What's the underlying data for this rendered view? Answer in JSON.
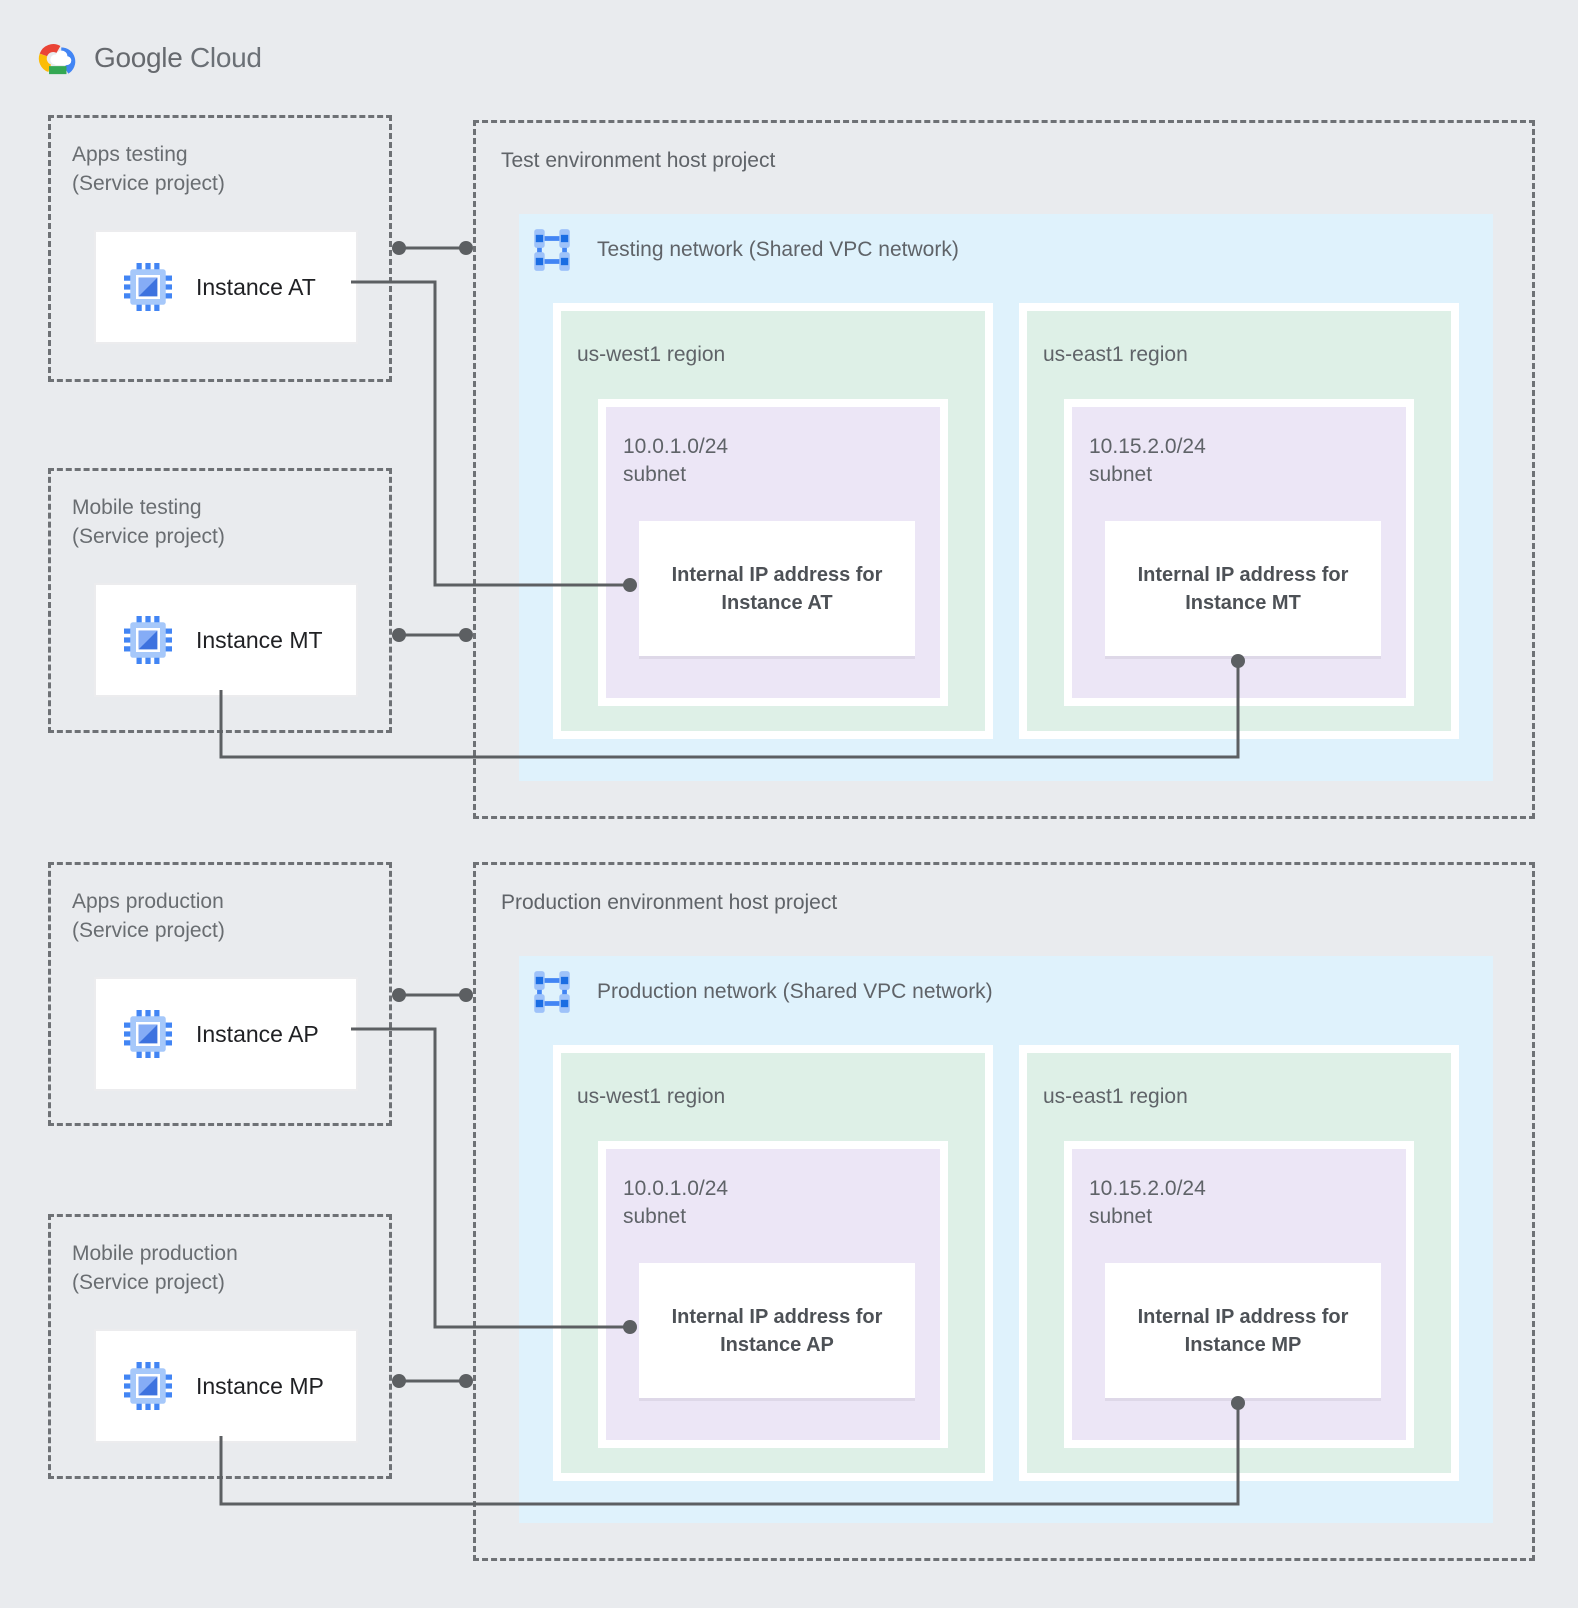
{
  "logo": {
    "google": "Google",
    "cloud": "Cloud"
  },
  "colors": {
    "background": "#E9EBEE",
    "network_fill": "#DFF2FC",
    "region_fill": "#DEF0E7",
    "subnet_fill": "#ECE6F6",
    "connector": "#5C5F62",
    "accent_blue": "#4285F4"
  },
  "service_projects": [
    {
      "name_line1": "Apps testing",
      "name_line2": "(Service project)",
      "instance_label": "Instance AT"
    },
    {
      "name_line1": "Mobile testing",
      "name_line2": "(Service project)",
      "instance_label": "Instance MT"
    },
    {
      "name_line1": "Apps production",
      "name_line2": "(Service project)",
      "instance_label": "Instance AP"
    },
    {
      "name_line1": "Mobile production",
      "name_line2": "(Service project)",
      "instance_label": "Instance MP"
    }
  ],
  "host_projects": [
    {
      "title": "Test environment host project",
      "network_label": "Testing network (Shared VPC network)",
      "regions": [
        {
          "name": "us-west1 region",
          "subnet_cidr": "10.0.1.0/24",
          "subnet_word": "subnet",
          "ip_line1": "Internal IP address for",
          "ip_line2": "Instance AT"
        },
        {
          "name": "us-east1 region",
          "subnet_cidr": "10.15.2.0/24",
          "subnet_word": "subnet",
          "ip_line1": "Internal IP address for",
          "ip_line2": "Instance MT"
        }
      ]
    },
    {
      "title": "Production environment host project",
      "network_label": "Production network (Shared VPC network)",
      "regions": [
        {
          "name": "us-west1 region",
          "subnet_cidr": "10.0.1.0/24",
          "subnet_word": "subnet",
          "ip_line1": "Internal IP address for",
          "ip_line2": "Instance AP"
        },
        {
          "name": "us-east1 region",
          "subnet_cidr": "10.15.2.0/24",
          "subnet_word": "subnet",
          "ip_line1": "Internal IP address for",
          "ip_line2": "Instance MP"
        }
      ]
    }
  ]
}
